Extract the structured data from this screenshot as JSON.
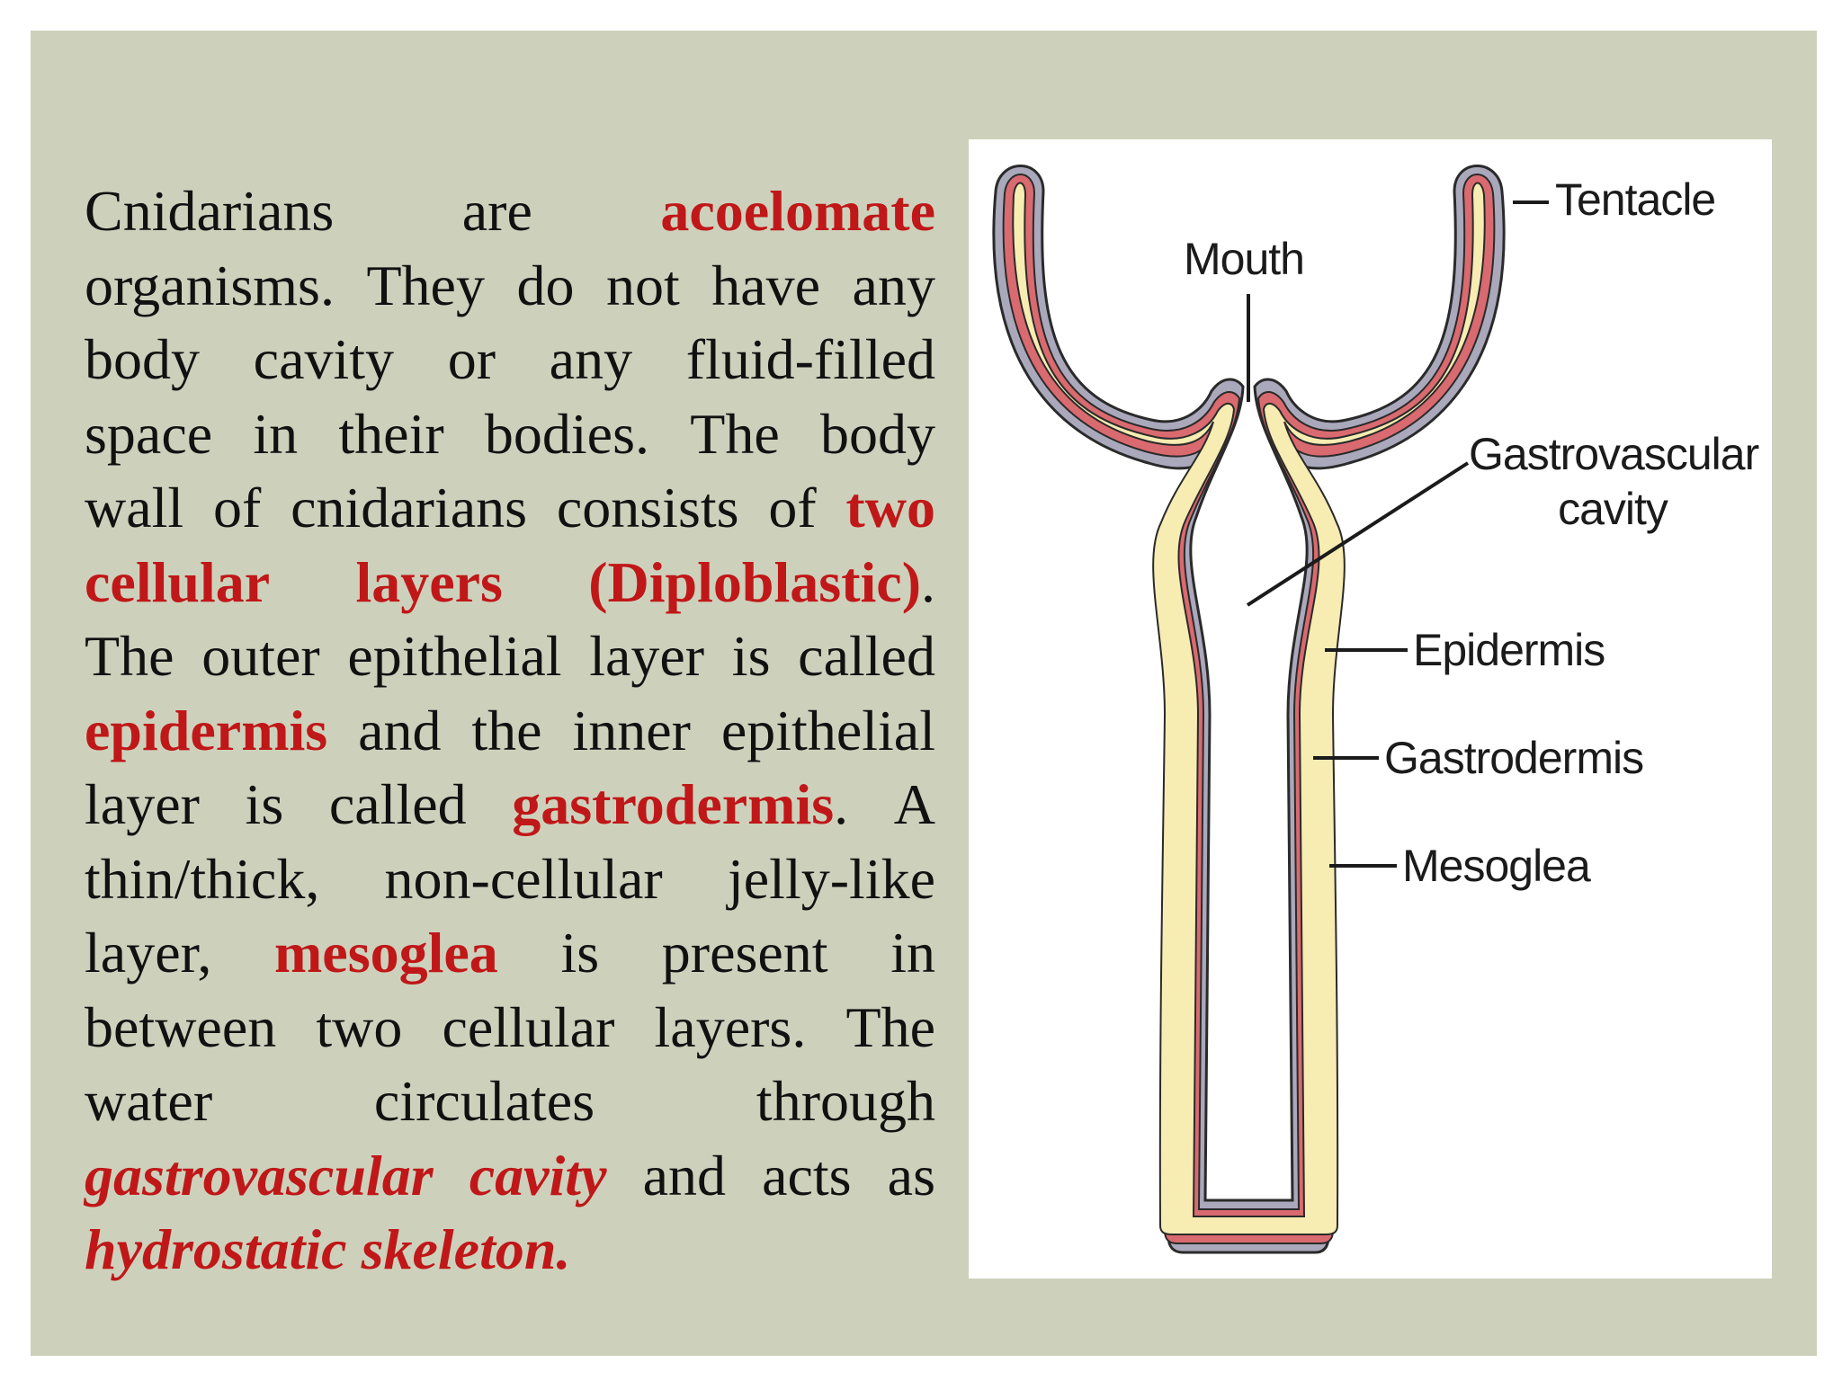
{
  "paragraph": {
    "lines": [
      [
        {
          "t": "Cnidarians",
          "s": "n"
        },
        {
          "t": "are",
          "s": "n"
        },
        {
          "t": "acoelomate",
          "s": "h"
        }
      ],
      [
        {
          "t": "organisms.",
          "s": "n"
        },
        {
          "t": "They",
          "s": "n"
        },
        {
          "t": "do",
          "s": "n"
        },
        {
          "t": "not",
          "s": "n"
        },
        {
          "t": "have",
          "s": "n"
        },
        {
          "t": "any",
          "s": "n"
        }
      ],
      [
        {
          "t": "body",
          "s": "n"
        },
        {
          "t": "cavity",
          "s": "n"
        },
        {
          "t": "or",
          "s": "n"
        },
        {
          "t": "any",
          "s": "n"
        },
        {
          "t": "fluid-filled",
          "s": "n"
        }
      ],
      [
        {
          "t": "space",
          "s": "n"
        },
        {
          "t": "in",
          "s": "n"
        },
        {
          "t": "their",
          "s": "n"
        },
        {
          "t": "bodies.",
          "s": "n"
        },
        {
          "t": "The",
          "s": "n"
        },
        {
          "t": "body",
          "s": "n"
        }
      ],
      [
        {
          "t": "wall",
          "s": "n"
        },
        {
          "t": "of",
          "s": "n"
        },
        {
          "t": "cnidarians",
          "s": "n"
        },
        {
          "t": "consists",
          "s": "n"
        },
        {
          "t": "of",
          "s": "n"
        },
        {
          "t": "two",
          "s": "h"
        }
      ],
      [
        {
          "t": "cellular",
          "s": "h"
        },
        {
          "t": "layers",
          "s": "h"
        },
        {
          "t": "(Diploblastic)",
          "s": "h",
          "tail": "."
        }
      ],
      [
        {
          "t": "The",
          "s": "n"
        },
        {
          "t": "outer",
          "s": "n"
        },
        {
          "t": "epithelial",
          "s": "n"
        },
        {
          "t": "layer",
          "s": "n"
        },
        {
          "t": "is",
          "s": "n"
        },
        {
          "t": "called",
          "s": "n"
        }
      ],
      [
        {
          "t": "epidermis",
          "s": "h"
        },
        {
          "t": "and",
          "s": "n"
        },
        {
          "t": "the",
          "s": "n"
        },
        {
          "t": "inner",
          "s": "n"
        },
        {
          "t": "epithelial",
          "s": "n"
        }
      ],
      [
        {
          "t": "layer",
          "s": "n"
        },
        {
          "t": "is",
          "s": "n"
        },
        {
          "t": "called",
          "s": "n"
        },
        {
          "t": "gastrodermis",
          "s": "h",
          "tail": "."
        },
        {
          "t": "A",
          "s": "n"
        }
      ],
      [
        {
          "t": "thin/thick,",
          "s": "n"
        },
        {
          "t": "non-cellular",
          "s": "n"
        },
        {
          "t": "jelly-like",
          "s": "n"
        }
      ],
      [
        {
          "t": "layer,",
          "s": "n"
        },
        {
          "t": "mesoglea",
          "s": "h"
        },
        {
          "t": "is",
          "s": "n"
        },
        {
          "t": "present",
          "s": "n"
        },
        {
          "t": "in",
          "s": "n"
        }
      ],
      [
        {
          "t": "between",
          "s": "n"
        },
        {
          "t": "two",
          "s": "n"
        },
        {
          "t": "cellular",
          "s": "n"
        },
        {
          "t": "layers.",
          "s": "n"
        },
        {
          "t": "The",
          "s": "n"
        }
      ],
      [
        {
          "t": "water",
          "s": "n"
        },
        {
          "t": "circulates",
          "s": "n"
        },
        {
          "t": "through",
          "s": "n"
        }
      ],
      [
        {
          "t": "gastrovascular",
          "s": "hi"
        },
        {
          "t": "cavity",
          "s": "hi"
        },
        {
          "t": "and",
          "s": "n"
        },
        {
          "t": "acts",
          "s": "n"
        },
        {
          "t": "as",
          "s": "n"
        }
      ],
      [
        {
          "t": "hydrostatic skeleton.",
          "s": "hi"
        }
      ]
    ]
  },
  "diagram": {
    "labels": {
      "tentacle": "Tentacle",
      "mouth": "Mouth",
      "gastrovascular_line1": "Gastrovascular",
      "gastrovascular_line2": "cavity",
      "epidermis": "Epidermis",
      "gastrodermis": "Gastrodermis",
      "mesoglea": "Mesoglea"
    },
    "colors": {
      "epidermis": "#aaa8bb",
      "mesoglea": "#d96a6f",
      "gastrodermis": "#f7ecb2",
      "outline": "#2a2a2a"
    }
  },
  "colors": {
    "slide_background": "#cdd1bc",
    "highlight": "#c01718",
    "body_text": "#111111"
  }
}
